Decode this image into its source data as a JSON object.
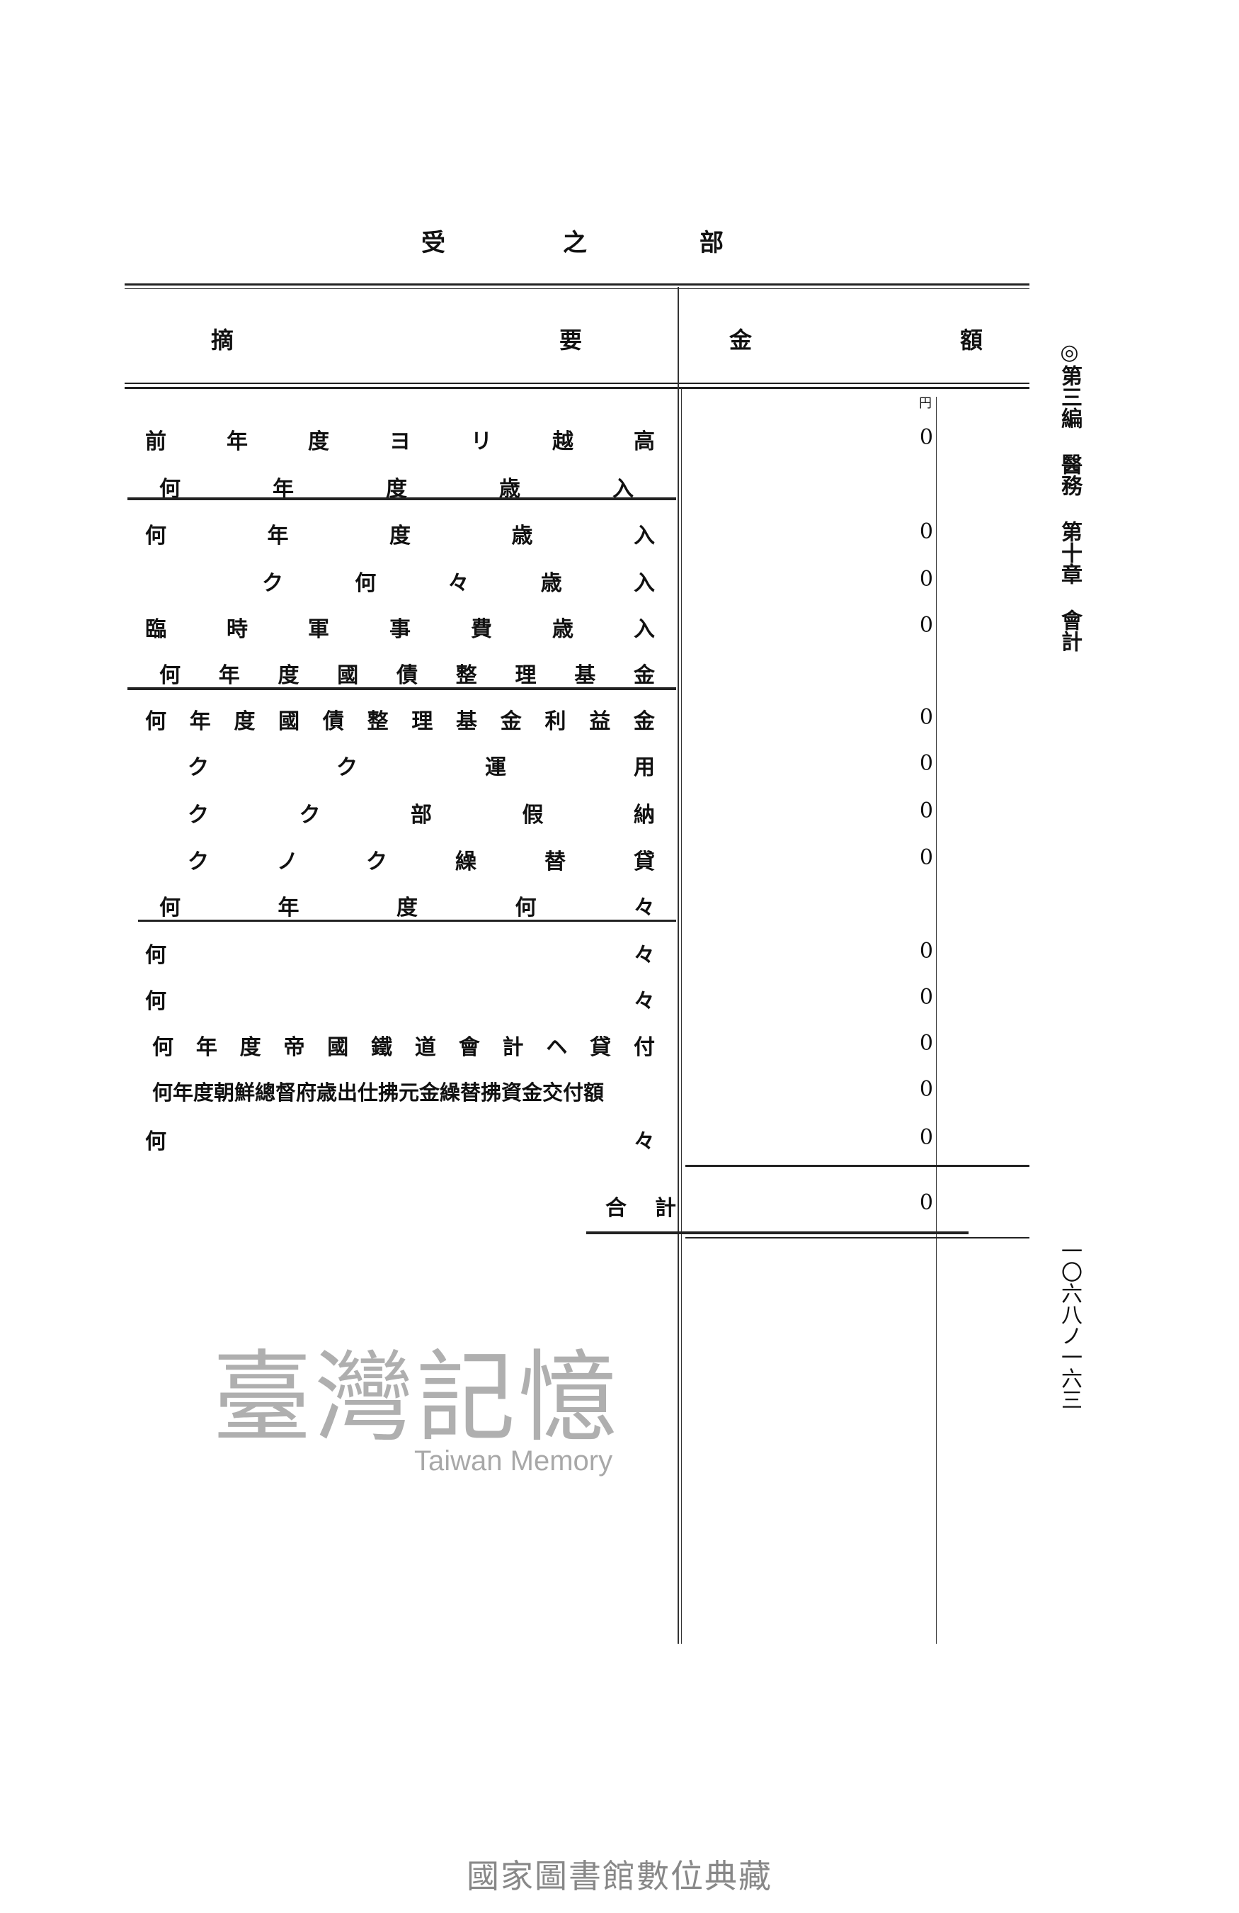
{
  "title": [
    "受",
    "之",
    "部"
  ],
  "header": {
    "col1_left": "摘",
    "col1_right": "要",
    "col2_left": "金",
    "col2_right": "額",
    "unit": "円"
  },
  "rows": [
    {
      "tokens": [
        "前",
        "年",
        "度",
        "ヨ",
        "リ",
        "越",
        "高"
      ],
      "amount": "0"
    },
    {
      "tokens": [
        "何",
        "年",
        "度",
        "歳",
        "入"
      ],
      "amount": ""
    },
    {
      "tokens": [
        "何",
        "年",
        "度",
        "歳",
        "入"
      ],
      "amount": "0"
    },
    {
      "tokens": [
        "ク",
        "何",
        "々",
        "歳",
        "入"
      ],
      "amount": "0"
    },
    {
      "tokens": [
        "臨",
        "時",
        "軍",
        "事",
        "費",
        "歳",
        "入"
      ],
      "amount": "0"
    },
    {
      "tokens": [
        "何",
        "年",
        "度",
        "國",
        "債",
        "整",
        "理",
        "基",
        "金"
      ],
      "amount": ""
    },
    {
      "tokens": [
        "何",
        "年",
        "度",
        "國",
        "債",
        "整",
        "理",
        "基",
        "金",
        "利",
        "益",
        "金"
      ],
      "amount": "0"
    },
    {
      "tokens": [
        "ク",
        "ク",
        "運",
        "用"
      ],
      "amount": "0"
    },
    {
      "tokens": [
        "ク",
        "ク",
        "部",
        "假",
        "納"
      ],
      "amount": "0"
    },
    {
      "tokens": [
        "ク",
        "ノ",
        "ク",
        "繰",
        "替",
        "貸"
      ],
      "amount": "0"
    },
    {
      "tokens": [
        "何",
        "年",
        "度",
        "何",
        "々"
      ],
      "amount": ""
    },
    {
      "tokens": [
        "何",
        "々"
      ],
      "amount": "0"
    },
    {
      "tokens": [
        "何",
        "々"
      ],
      "amount": "0"
    },
    {
      "tokens": [
        "何",
        "年",
        "度",
        "帝",
        "國",
        "鐵",
        "道",
        "會",
        "計",
        "ヘ",
        "貸",
        "付"
      ],
      "amount": "0"
    },
    {
      "tokens": [
        "何年度朝鮮總督府歳出仕拂元金繰替拂資金交付額"
      ],
      "amount": "0"
    },
    {
      "tokens": [
        "何",
        "々"
      ],
      "amount": "0"
    }
  ],
  "total": {
    "label": [
      "合",
      "計"
    ],
    "amount": "0"
  },
  "side_header": "◎第三編 醫務 第十章 會計",
  "page_number": "一〇六八ノ一六三",
  "watermark": {
    "chinese": "臺灣記憶",
    "english": "Taiwan Memory"
  },
  "footer": "國家圖書館數位典藏"
}
